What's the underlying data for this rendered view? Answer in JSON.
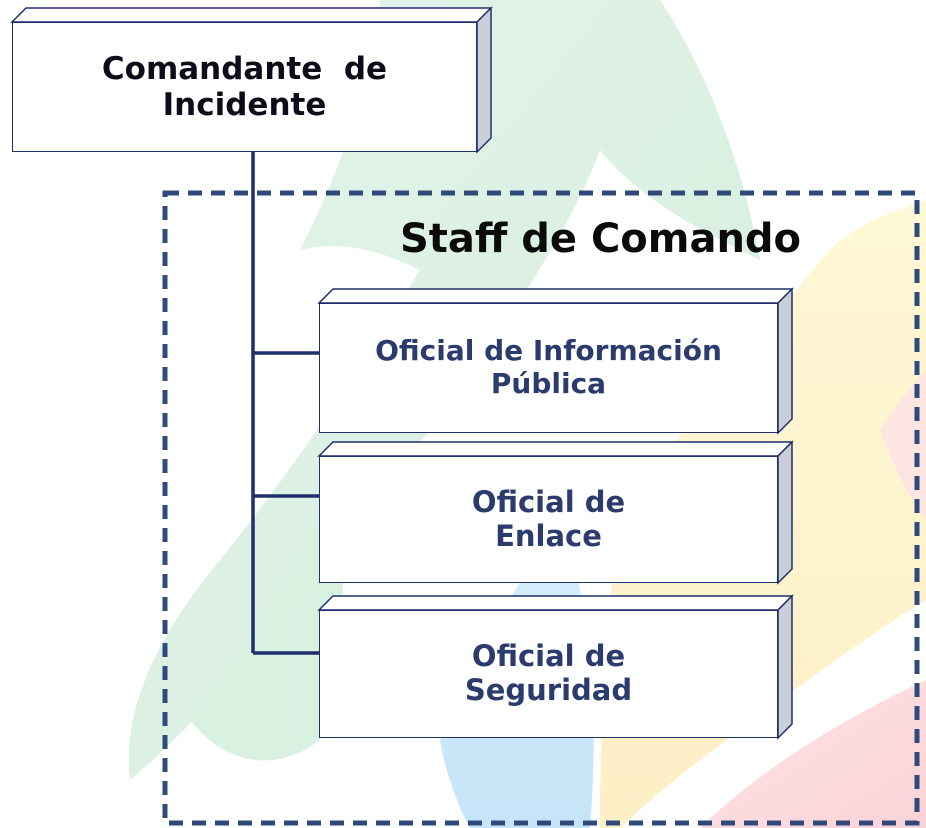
{
  "chart": {
    "commander": {
      "line1": "Comandante  de",
      "line2": "Incidente"
    },
    "staff_group_title": "Staff de Comando",
    "positions": [
      {
        "line1": "Oficial de Información",
        "line2": "Pública"
      },
      {
        "line1": "Oficial de",
        "line2": "Enlace"
      },
      {
        "line1": "Oficial de",
        "line2": "Seguridad"
      }
    ]
  },
  "colors": {
    "box_border": "#1f2f6b",
    "connector": "#1f2f6b",
    "dashed_frame": "#2f4a7a",
    "position_text": "#2b3b6e",
    "commander_text": "#0d0d1a",
    "box_side_shade": "#c9ced8"
  }
}
